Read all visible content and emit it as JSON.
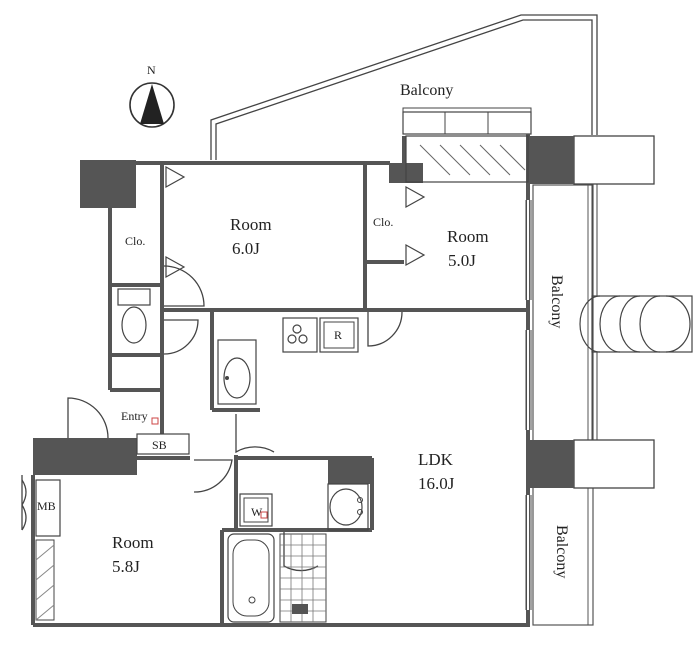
{
  "compass": {
    "label": "N"
  },
  "balconies": {
    "top": "Balcony",
    "right_upper": "Balcony",
    "right_lower": "Balcony"
  },
  "rooms": {
    "room_a": {
      "name": "Room",
      "size": "6.0J"
    },
    "room_b": {
      "name": "Room",
      "size": "5.0J"
    },
    "room_c": {
      "name": "Room",
      "size": "5.8J"
    },
    "ldk": {
      "name": "LDK",
      "size": "16.0J"
    }
  },
  "labels": {
    "closet_left": "Clo.",
    "closet_right": "Clo.",
    "entry": "Entry",
    "shoe_box": "SB",
    "meter_box": "MB",
    "refrigerator": "R",
    "washer": "W"
  }
}
